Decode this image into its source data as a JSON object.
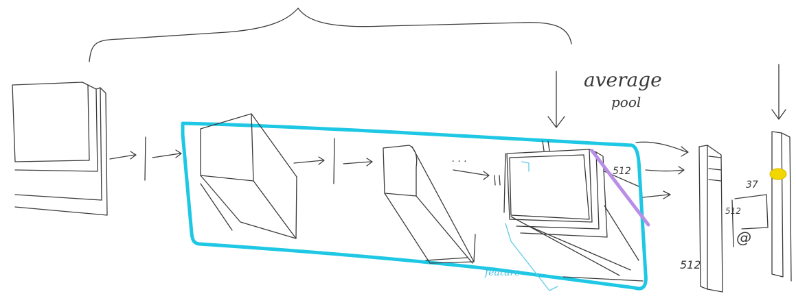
{
  "annotations": {
    "average": "average",
    "pool": "pool",
    "feature": "feature",
    "dim_512_a": "512",
    "dim_512_b": "512",
    "dim_512_c": "512",
    "dim_37": "37",
    "at_symbol": "@",
    "ellipsis": ". . ."
  },
  "colors": {
    "ink": "#3a3a3a",
    "highlight_box": "#1ec8e4",
    "feature_label": "#46bde0",
    "diagonal_mark": "#b88ee6",
    "selected_dot": "#f2d600"
  }
}
